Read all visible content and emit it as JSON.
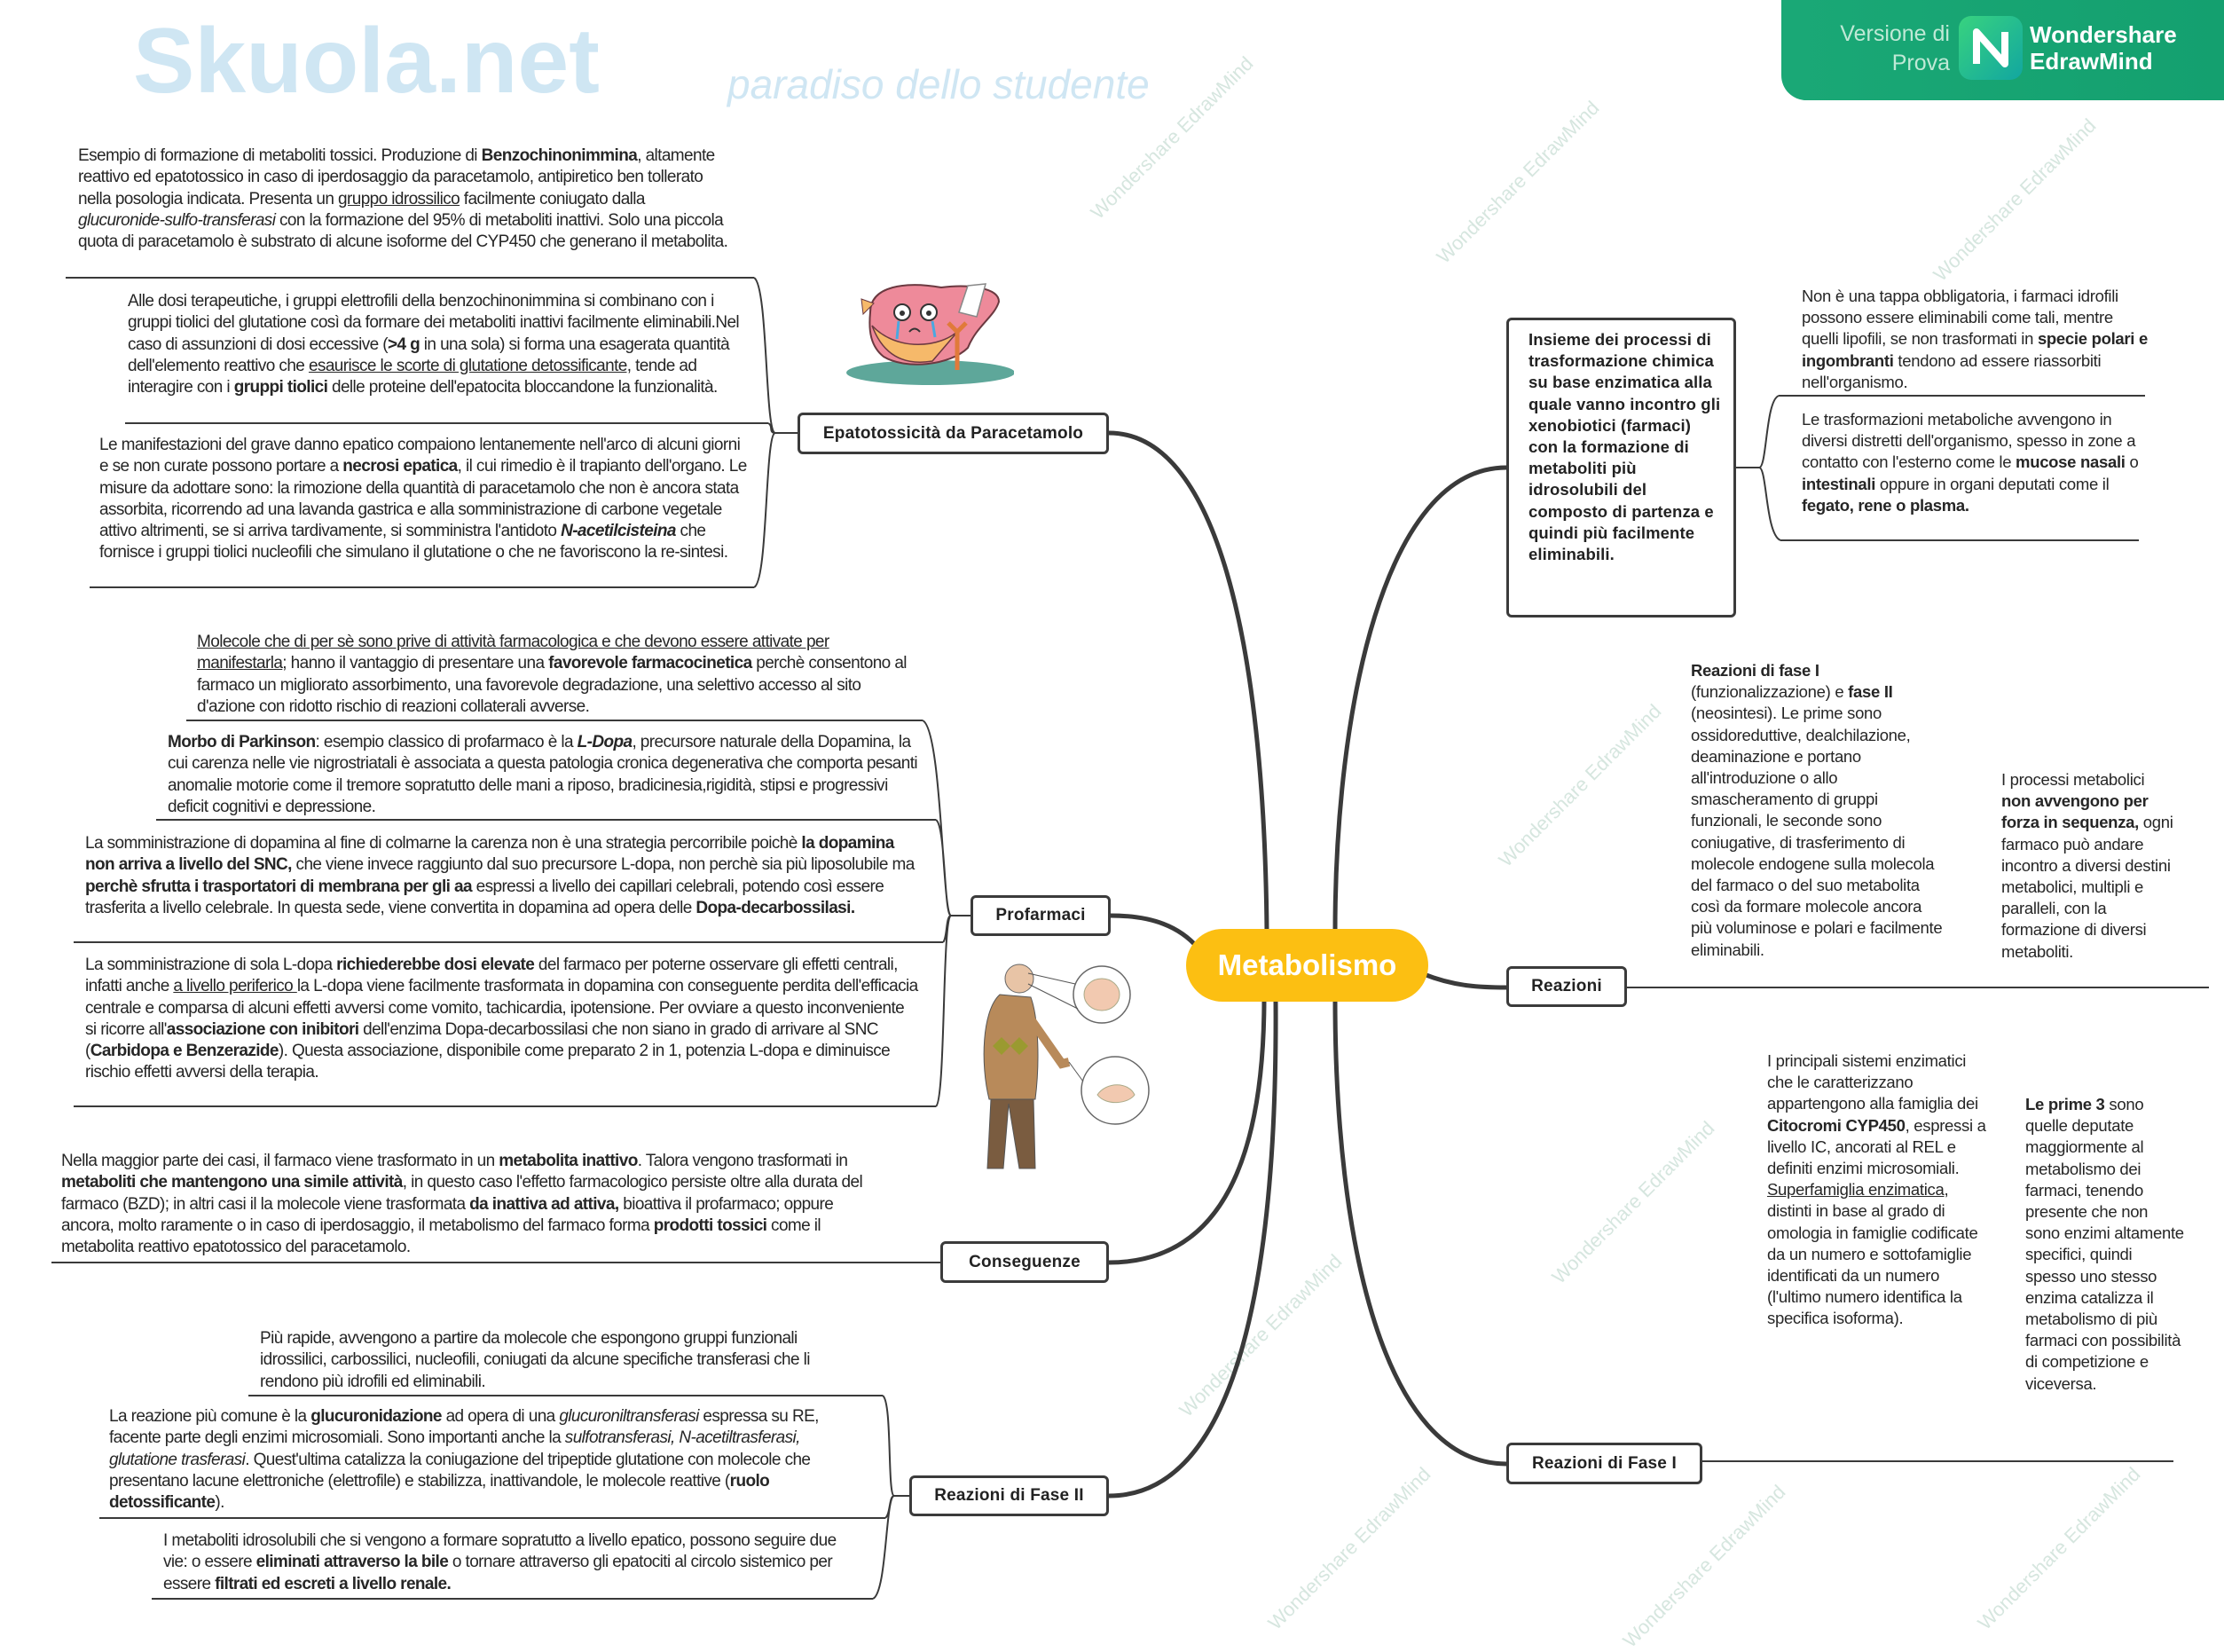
{
  "watermark": {
    "site": "Skuola.net",
    "tagline": "paradiso dello studente",
    "tool": "Wondershare EdrawMind"
  },
  "badge": {
    "trial_line1": "Versione di",
    "trial_line2": "Prova",
    "brand_line1": "Wondershare",
    "brand_line2": "EdrawMind",
    "color": "#17a673"
  },
  "central": {
    "label": "Metabolismo",
    "color": "#fcbf12"
  },
  "left": {
    "epatotossicita": {
      "label": "Epatotossicità da Paracetamolo",
      "notes": [
        [
          [
            "Esempio di formazione di metaboliti tossici. Produzione di ",
            ""
          ],
          [
            "Benzochinonimmina",
            "b"
          ],
          [
            ", altamente reattivo ed epatotossico in caso di iperdosaggio da paracetamolo, antipiretico ben tollerato nella posologia indicata. Presenta un ",
            ""
          ],
          [
            "gruppo idrossilico",
            "u"
          ],
          [
            " facilmente coniugato dalla ",
            ""
          ],
          [
            "glucuronide-sulfo-transferasi",
            "i"
          ],
          [
            " con la formazione del 95% di metaboliti inattivi. Solo una piccola quota di paracetamolo è substrato di alcune isoforme del CYP450 che generano il metabolita.",
            ""
          ]
        ],
        [
          [
            "Alle dosi terapeutiche, i gruppi elettrofili della benzochinonimmina si combinano con i gruppi tiolici del glutatione così da formare dei metaboliti inattivi facilmente eliminabili.Nel caso di assunzioni di dosi eccessive (",
            ""
          ],
          [
            ">4 g",
            "b"
          ],
          [
            " in una sola) si forma una esagerata quantità dell'elemento reattivo che ",
            ""
          ],
          [
            "esaurisce le scorte di glutatione detossificante,",
            "u"
          ],
          [
            " tende ad interagire con i ",
            ""
          ],
          [
            "gruppi tiolici",
            "b"
          ],
          [
            " delle proteine dell'epatocita bloccandone la funzionalità.",
            ""
          ]
        ],
        [
          [
            "Le manifestazioni del grave danno epatico compaiono lentanemente nell'arco di alcuni giorni e se non curate possono portare a ",
            ""
          ],
          [
            "necrosi epatica",
            "b"
          ],
          [
            ", il cui rimedio è il trapianto dell'organo. Le misure da adottare sono: la rimozione della quantità di paracetamolo che non è ancora stata assorbita, ricorrendo ad una lavanda gastrica e alla somministrazione di carbone vegetale attivo altrimenti, se si arriva tardivamente, si somministra l'antidoto ",
            ""
          ],
          [
            "N-acetilcisteina",
            "bi"
          ],
          [
            " che fornisce i gruppi tiolici nucleofili che simulano il glutatione o che ne favoriscono la re-sintesi.",
            ""
          ]
        ]
      ]
    },
    "profarmaci": {
      "label": "Profarmaci",
      "notes": [
        [
          [
            "Molecole che di per sè sono prive di attività farmacologica e che devono essere attivate per manifestarla",
            "u"
          ],
          [
            "; hanno il vantaggio di presentare una ",
            ""
          ],
          [
            "favorevole farmacocinetica",
            "b"
          ],
          [
            " perchè consentono al farmaco un migliorato assorbimento, una favorevole degradazione, una selettivo accesso al sito d'azione con ridotto rischio di reazioni collaterali avverse.",
            ""
          ]
        ],
        [
          [
            "Morbo di Parkinson",
            "b"
          ],
          [
            ": esempio classico di profarmaco è la ",
            ""
          ],
          [
            "L-Dopa",
            "bi"
          ],
          [
            ", precursore naturale della Dopamina, la cui carenza nelle vie nigrostriatali è associata a questa patologia cronica degenerativa che comporta pesanti anomalie motorie come il tremore sopratutto delle mani a riposo, bradicinesia,rigidità, stipsi e progressivi deficit cognitivi e depressione.",
            ""
          ]
        ],
        [
          [
            "La somministrazione di dopamina al fine di colmarne la carenza non è una strategia percorribile poichè ",
            ""
          ],
          [
            "la dopamina non arriva a livello del SNC,",
            "b"
          ],
          [
            " che viene invece raggiunto dal suo precursore L-dopa, non perchè sia più liposolubile ma ",
            ""
          ],
          [
            "perchè sfrutta i trasportatori di membrana per gli aa",
            "b"
          ],
          [
            " espressi a livello dei capillari celebrali, potendo così essere trasferita a livello celebrale. In questa sede, viene convertita in dopamina ad opera delle ",
            ""
          ],
          [
            "Dopa-decarbossilasi.",
            "b"
          ]
        ],
        [
          [
            "La somministrazione di sola L-dopa ",
            ""
          ],
          [
            "richiederebbe dosi elevate",
            "b"
          ],
          [
            " del farmaco per poterne osservare gli effetti centrali, infatti anche ",
            ""
          ],
          [
            "a livello periferico ",
            "u"
          ],
          [
            "la L-dopa viene facilmente trasformata in dopamina con conseguente perdita dell'efficacia centrale e comparsa di alcuni effetti avversi come vomito, tachicardia, ipotensione. Per ovviare a questo inconveniente si ricorre all'",
            ""
          ],
          [
            "associazione con inibitori",
            "b"
          ],
          [
            " dell'enzima Dopa-decarbossilasi che non siano in grado di arrivare al SNC (",
            ""
          ],
          [
            "Carbidopa e Benzerazide",
            "b"
          ],
          [
            "). Questa associazione, disponibile come preparato 2 in 1, potenzia L-dopa e diminuisce rischio effetti avversi della terapia.",
            ""
          ]
        ]
      ]
    },
    "conseguenze": {
      "label": "Conseguenze",
      "notes": [
        [
          [
            "Nella maggior parte dei casi, il farmaco viene trasformato in un ",
            ""
          ],
          [
            "metabolita inattivo",
            "b"
          ],
          [
            ". Talora vengono trasformati in ",
            ""
          ],
          [
            "metaboliti che mantengono una simile attività",
            "b"
          ],
          [
            ", in questo caso l'effetto farmacologico persiste oltre alla durata del farmaco (BZD); in altri casi il la molecole viene trasformata ",
            ""
          ],
          [
            "da inattiva ad attiva,",
            "b"
          ],
          [
            " bioattiva il profarmaco; oppure ancora, molto raramente o in caso di iperdosaggio, il metabolismo del farmaco forma ",
            ""
          ],
          [
            "prodotti tossici",
            "b"
          ],
          [
            " come il metabolita reattivo epatotossico del paracetamolo.",
            ""
          ]
        ]
      ]
    },
    "fase2": {
      "label": "Reazioni di Fase II",
      "notes": [
        [
          [
            "Più rapide, avvengono a partire da molecole che espongono gruppi funzionali idrossilici, carbossilici, nucleofili, coniugati da alcune specifiche transferasi che li rendono più idrofili ed eliminabili.",
            ""
          ]
        ],
        [
          [
            "La reazione più comune è la ",
            ""
          ],
          [
            "glucuronidazione",
            "b"
          ],
          [
            " ad opera di una ",
            ""
          ],
          [
            "glucuroniltransferasi",
            "i"
          ],
          [
            " espressa su RE, facente parte degli enzimi microsomiali. Sono importanti anche la ",
            ""
          ],
          [
            "sulfotransferasi, N-acetiltrasferasi, glutatione trasferasi",
            "i"
          ],
          [
            ". Quest'ultima catalizza la coniugazione del tripeptide glutatione con molecole che presentano lacune elettroniche (elettrofile) e stabilizza, inattivandole, le molecole reattive (",
            ""
          ],
          [
            "ruolo detossificante",
            "b"
          ],
          [
            ").",
            ""
          ]
        ],
        [
          [
            "I metaboliti idrosolubili che si vengono a formare sopratutto a livello epatico, possono seguire due vie: o essere ",
            ""
          ],
          [
            "eliminati attraverso la bile",
            "b"
          ],
          [
            " o tornare attraverso gli epatociti al circolo sistemico per essere ",
            ""
          ],
          [
            "filtrati ed escreti a livello renale.",
            "b"
          ]
        ]
      ]
    }
  },
  "right": {
    "definizione": {
      "label": "Insieme dei processi di trasformazione chimica su base enzimatica alla quale vanno incontro gli xenobiotici (farmaci) con la formazione di metaboliti più idrosolubili del composto di partenza e quindi più facilmente eliminabili.",
      "notes": [
        [
          [
            "Non è una tappa obbligatoria, i farmaci idrofili possono essere eliminabili come tali, mentre quelli lipofili, se non trasformati in ",
            ""
          ],
          [
            "specie polari e ingombranti",
            "b"
          ],
          [
            " tendono ad essere riassorbiti nell'organismo.",
            ""
          ]
        ],
        [
          [
            "Le trasformazioni metaboliche avvengono in diversi distretti dell'organismo, spesso in zone a contatto con l'esterno come le ",
            ""
          ],
          [
            "mucose nasali",
            "b"
          ],
          [
            " o ",
            ""
          ],
          [
            "intestinali",
            "b"
          ],
          [
            " oppure in organi deputati come il ",
            ""
          ],
          [
            "fegato, rene o plasma.",
            "b"
          ]
        ]
      ]
    },
    "reazioni": {
      "label": "Reazioni",
      "notes": [
        [
          [
            "Reazioni di fase I",
            "b"
          ],
          [
            " (funzionalizzazione) e ",
            ""
          ],
          [
            "fase II",
            "b"
          ],
          [
            " (neosintesi). Le prime sono ossidoreduttive, dealchilazione, deaminazione e portano all'introduzione o allo smascheramento di gruppi funzionali, le seconde sono coniugative, di trasferimento di molecole endogene sulla molecola del farmaco o del suo metabolita così da formare molecole ancora più voluminose e polari e facilmente eliminabili.",
            ""
          ]
        ],
        [
          [
            "I processi metabolici ",
            ""
          ],
          [
            "non avvengono per forza in sequenza,",
            "b"
          ],
          [
            " ogni farmaco può andare incontro a diversi destini metabolici, multipli e paralleli, con la formazione di diversi metaboliti.",
            ""
          ]
        ]
      ]
    },
    "fase1": {
      "label": "Reazioni di Fase I",
      "notes": [
        [
          [
            "I principali sistemi enzimatici che le caratterizzano appartengono alla famiglia dei ",
            ""
          ],
          [
            "Citocromi CYP450",
            "b"
          ],
          [
            ", espressi a livello IC, ancorati al REL e definiti enzimi microsomiali. ",
            ""
          ],
          [
            "Superfamiglia enzimatica",
            "u"
          ],
          [
            ", distinti in base al grado di omologia in famiglie codificate da un numero e sottofamiglie identificati da un numero (l'ultimo numero identifica la specifica isoforma).",
            ""
          ]
        ],
        [
          [
            "Le prime 3",
            "b"
          ],
          [
            " sono quelle deputate maggiormente al metabolismo dei farmaci, tenendo presente che non sono enzimi altamente specifici, quindi spesso uno stesso enzima catalizza il metabolismo di più farmaci con possibilità di competizione e viceversa.",
            ""
          ]
        ]
      ]
    }
  }
}
